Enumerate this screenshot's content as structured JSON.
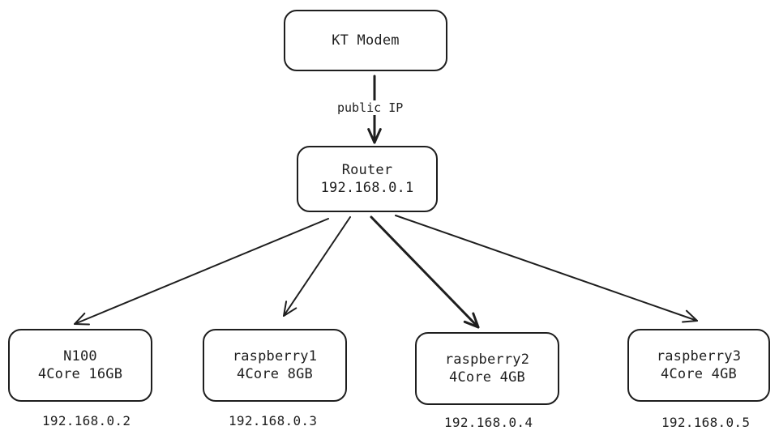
{
  "modem": {
    "label": "KT Modem"
  },
  "uplink": {
    "label": "public IP"
  },
  "router": {
    "name": "Router",
    "ip": "192.168.0.1"
  },
  "devices": [
    {
      "name": "N100",
      "spec": "4Core 16GB",
      "ip": "192.168.0.2"
    },
    {
      "name": "raspberry1",
      "spec": "4Core 8GB",
      "ip": "192.168.0.3"
    },
    {
      "name": "raspberry2",
      "spec": "4Core 4GB",
      "ip": "192.168.0.4"
    },
    {
      "name": "raspberry3",
      "spec": "4Core 4GB",
      "ip": "192.168.0.5"
    }
  ],
  "colors": {
    "stroke": "#1e1e1e",
    "background": "#ffffff"
  }
}
